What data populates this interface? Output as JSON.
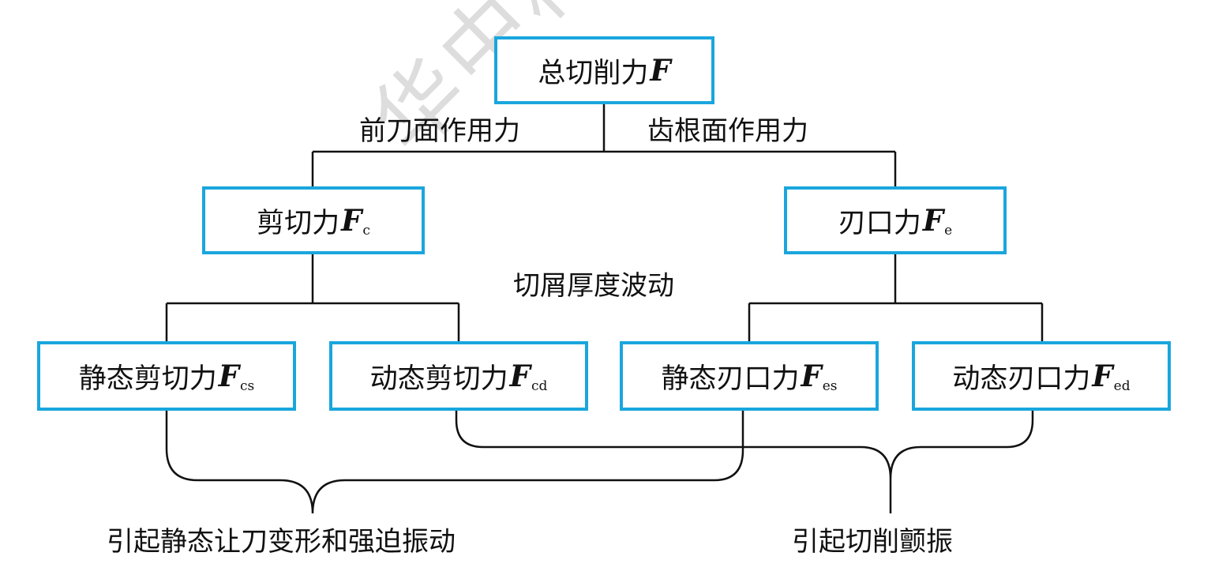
{
  "colors": {
    "box_border": "#1aa6dd",
    "line": "#111111"
  },
  "watermark": "华中科技",
  "nodes": {
    "total": {
      "text": "总切削力",
      "symbol": "F",
      "sub": ""
    },
    "shear": {
      "text": "剪切力",
      "symbol": "F",
      "sub": "c"
    },
    "edge": {
      "text": "刃口力",
      "symbol": "F",
      "sub": "e"
    },
    "static_shear": {
      "text": "静态剪切力",
      "symbol": "F",
      "sub": "cs"
    },
    "dynamic_shear": {
      "text": "动态剪切力",
      "symbol": "F",
      "sub": "cd"
    },
    "static_edge": {
      "text": "静态刃口力",
      "symbol": "F",
      "sub": "es"
    },
    "dynamic_edge": {
      "text": "动态刃口力",
      "symbol": "F",
      "sub": "ed"
    }
  },
  "labels": {
    "rake_face": "前刀面作用力",
    "root_face": "齿根面作用力",
    "chip_thickness": "切屑厚度波动",
    "static_effect": "引起静态让刀变形和强迫振动",
    "chatter_effect": "引起切削颤振"
  }
}
